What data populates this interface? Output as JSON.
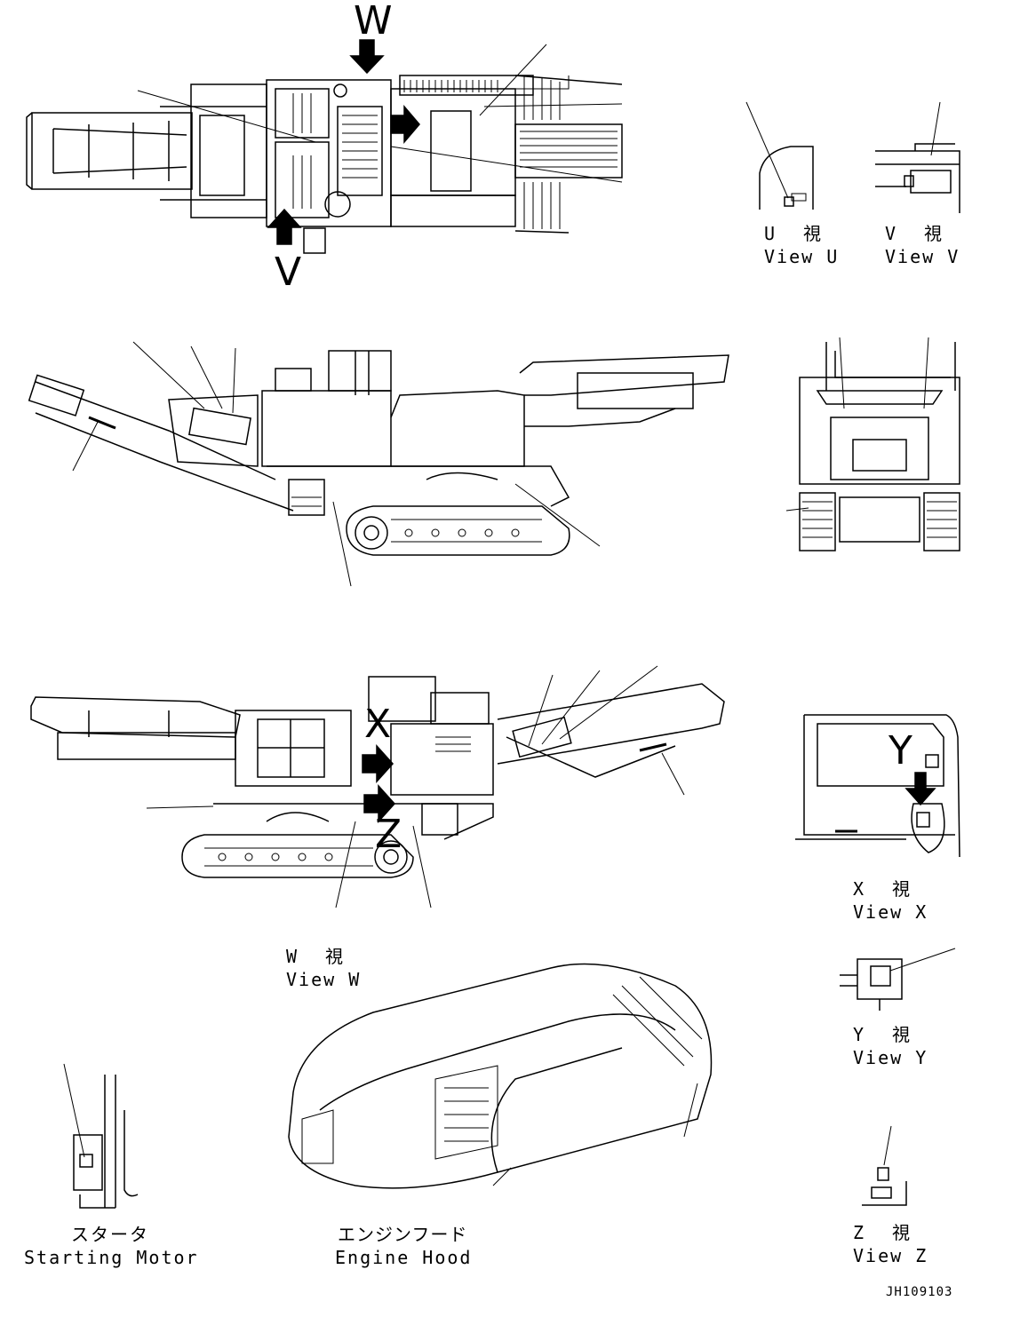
{
  "drawing_id": "JH109103",
  "arrow_letters": {
    "w": "W",
    "v": "V",
    "x": "X",
    "z": "Z",
    "y": "Y"
  },
  "views": {
    "u": {
      "jp": "U　視",
      "en": "View U"
    },
    "v": {
      "jp": "V　視",
      "en": "View V"
    },
    "w": {
      "jp": "W　視",
      "en": "View W"
    },
    "x": {
      "jp": "X　視",
      "en": "View X"
    },
    "y": {
      "jp": "Y　視",
      "en": "View Y"
    },
    "z": {
      "jp": "Z　視",
      "en": "View Z"
    }
  },
  "details": {
    "starting_motor": {
      "jp": "スタータ",
      "en": "Starting Motor"
    },
    "engine_hood": {
      "jp": "エンジンフード",
      "en": "Engine Hood"
    }
  }
}
